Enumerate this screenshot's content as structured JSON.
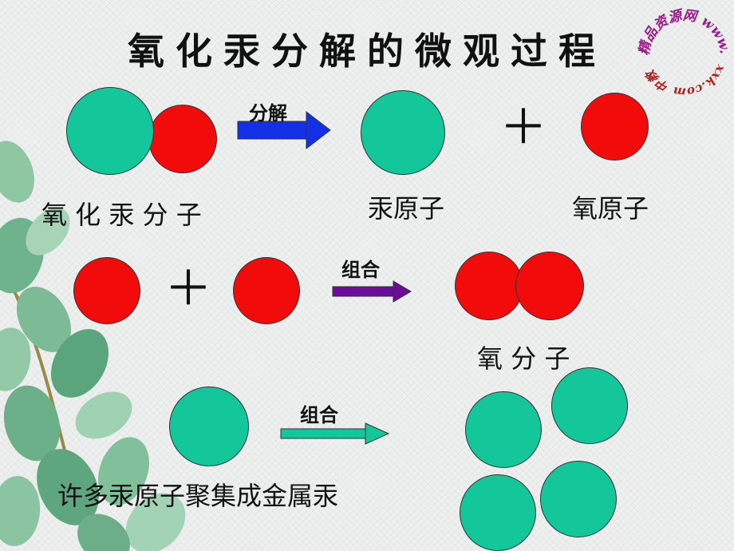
{
  "title": "氧化汞分解的微观过程",
  "watermark": "中教育 精品资源网 www.zxxk.com",
  "colors": {
    "mercury_atom": "#14c79a",
    "oxygen_atom": "#f20b0b",
    "decompose_arrow": "#1430e6",
    "combine_arrow_1": "#6a0e9a",
    "combine_arrow_2": "#14c79a"
  },
  "row1": {
    "molecule_label": "氧 化 汞 分 子",
    "arrow_label": "分解",
    "plus": "＋",
    "mercury_label": "汞原子",
    "oxygen_label": "氧原子"
  },
  "row2": {
    "plus": "＋",
    "arrow_label": "组合",
    "molecule_label": "氧 分 子"
  },
  "row3": {
    "arrow_label": "组合",
    "caption": "许多汞原子聚集成金属汞"
  }
}
